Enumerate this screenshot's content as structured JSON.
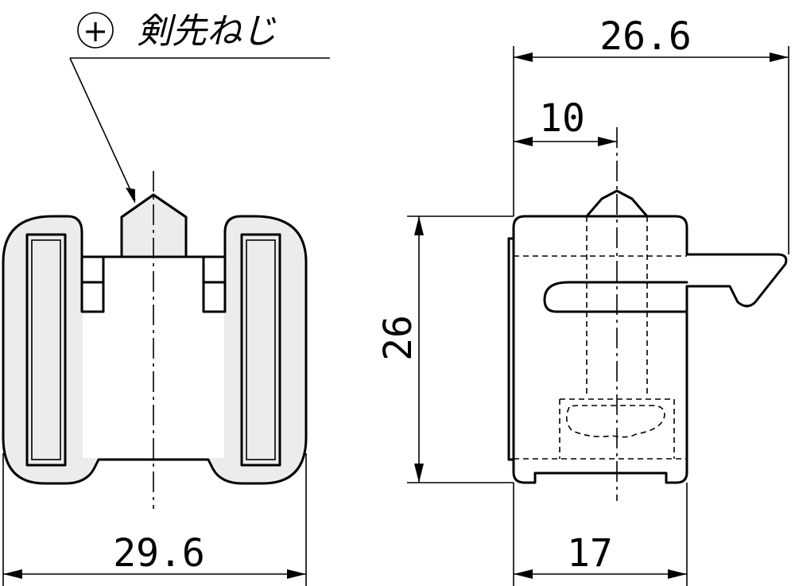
{
  "annotation": {
    "symbol": "+",
    "text": "剣先ねじ"
  },
  "dimensions": {
    "front_width": "29.6",
    "side_overall_width": "26.6",
    "side_offset": "10",
    "side_height": "26",
    "side_base_width": "17"
  },
  "colors": {
    "line": "#000000",
    "background": "#ffffff",
    "fill": "#ececec"
  }
}
